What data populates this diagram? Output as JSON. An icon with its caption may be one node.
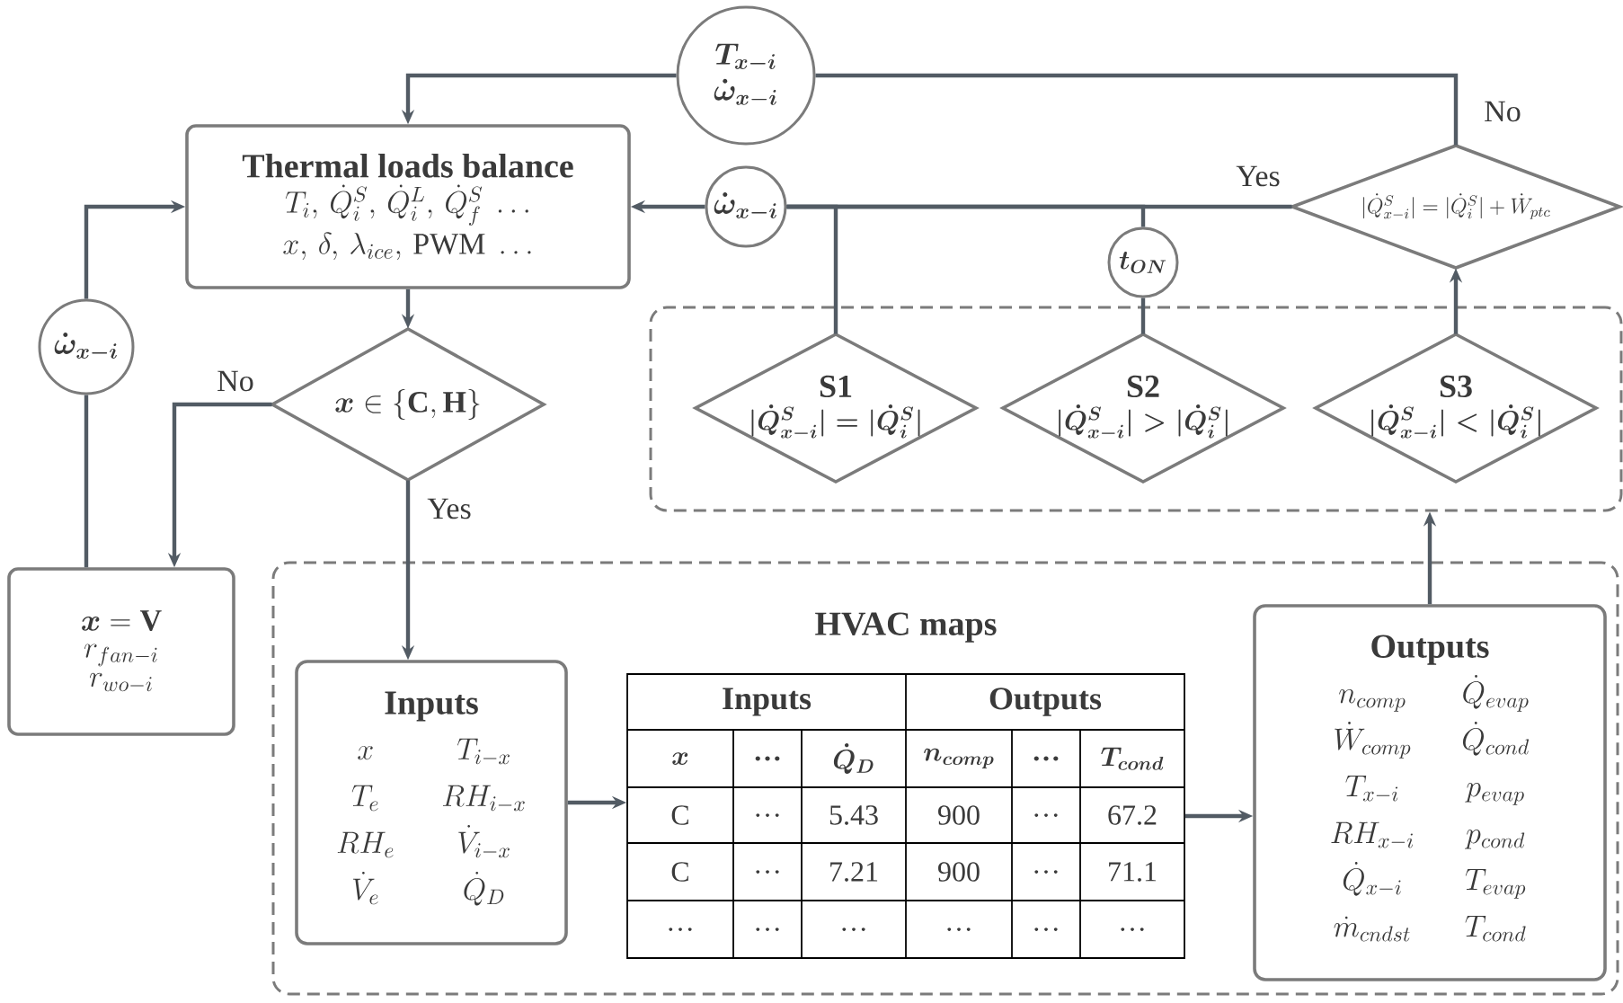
{
  "diagram": {
    "nodes": [
      {
        "text": [
          "Thermal loads balance",
          "T_i,\\, \\dot{Q}_i^S,\\, \\dot{Q}_i^L,\\, \\dot{Q}_f^S\\ \\ldots",
          "x,\\, \\delta,\\, \\lambda_{ice},\\, \\mathrm{PWM}\\ \\ldots"
        ]
      },
      {
        "text": [
          "\\boldsymbol{T_{x-i}}",
          "\\boldsymbol{\\dot{\\omega}_{x-i}}"
        ]
      },
      {
        "text": [
          "\\boldsymbol{\\dot{\\omega}_{x-i}}"
        ]
      },
      {
        "text": [
          "\\boldsymbol{\\dot{\\omega}_{x-i}}"
        ]
      },
      {
        "text": [
          "\\boldsymbol{x} \\in \\{\\mathbf{C,H}\\}"
        ]
      },
      {
        "text": [
          "\\boldsymbol{x} = \\mathbf{V}",
          "r_{fan-i}",
          "r_{wo-i}"
        ]
      },
      {
        "text": [
          "\\boldsymbol{t_{ON}}"
        ]
      },
      {
        "text": [
          "|\\dot{Q}^S_{x-i}| = |\\dot{Q}^S_i| + \\dot{W}_{ptc}"
        ]
      },
      {
        "text": [],
        "shape": "box"
      },
      {
        "text": [
          "S1",
          "\\boldsymbol{|\\dot{Q}^S_{x-i}| = |\\dot{Q}^S_i|}"
        ],
        "in": 8
      },
      {
        "text": [
          "S2",
          "\\boldsymbol{|\\dot{Q}^S_{x-i}| > |\\dot{Q}^S_i|}"
        ],
        "in": 8
      },
      {
        "text": [
          "S3",
          "\\boldsymbol{|\\dot{Q}^S_{x-i}| < |\\dot{Q}^S_i|}"
        ],
        "in": 8
      },
      {
        "text": [
          "HVAC maps"
        ]
      },
      {
        "text": [
          "Inputs",
          "x",
          "T_{i-x}",
          "T_e",
          "RH_{i-x}",
          "RH_e",
          "\\dot{V}_{i-x}",
          "\\dot{V}_e",
          "\\dot{Q}_D"
        ],
        "in": 12
      },
      {
        "text": [
          "Inputs",
          "Outputs",
          "\\boldsymbol{x}",
          "…",
          "\\boldsymbol{\\dot{Q}_D}",
          "\\boldsymbol{n_{comp}}",
          "…",
          "\\boldsymbol{T_{cond}}",
          "C",
          "…",
          "5.43",
          "900",
          "…",
          "67.2",
          "C",
          "…",
          "7.21",
          "900",
          "…",
          "71.1",
          "…",
          "…",
          "…",
          "…",
          "…",
          "…"
        ],
        "in": 12
      },
      {
        "text": [
          "Outputs",
          "n_{comp}",
          "\\dot{Q}_{evap}",
          "\\dot{W}_{comp}",
          "\\dot{Q}_{cond}",
          "T_{x-i}",
          "p_{evap}",
          "RH_{x-i}",
          "p_{cond}",
          "\\dot{Q}_{x-i}",
          "T_{evap}",
          "\\dot{m}_{cndst}",
          "T_{cond}"
        ],
        "in": 12
      }
    ],
    "edges": [
      {
        "from": 7,
        "to": 1,
        "arrow": "none",
        "label": "No"
      },
      {
        "from": 1,
        "to": 0,
        "arrow": "to"
      },
      {
        "from": 7,
        "to": 2,
        "arrow": "none",
        "label": "Yes"
      },
      {
        "from": 9,
        "to": 2,
        "arrow": "none"
      },
      {
        "from": 10,
        "to": 6,
        "arrow": "none"
      },
      {
        "from": 6,
        "to": 2,
        "arrow": "none"
      },
      {
        "from": 11,
        "to": 7,
        "arrow": "to"
      },
      {
        "from": 2,
        "to": 0,
        "arrow": "to"
      },
      {
        "from": 0,
        "to": 4,
        "arrow": "to"
      },
      {
        "from": 4,
        "to": 5,
        "arrow": "to",
        "label": "No"
      },
      {
        "from": 4,
        "to": 13,
        "arrow": "to",
        "label": "Yes"
      },
      {
        "from": 5,
        "to": 3,
        "arrow": "none"
      },
      {
        "from": 3,
        "to": 0,
        "arrow": "to"
      },
      {
        "from": 13,
        "to": 14,
        "arrow": "to"
      },
      {
        "from": 14,
        "to": 15,
        "arrow": "to"
      },
      {
        "from": 15,
        "to": 8,
        "arrow": "to"
      }
    ]
  }
}
